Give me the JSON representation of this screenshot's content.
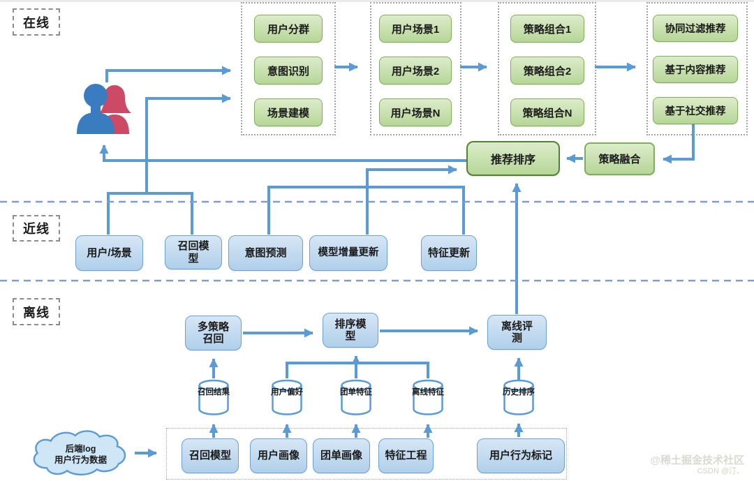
{
  "sections": {
    "online": "在线",
    "nearline": "近线",
    "offline": "离线"
  },
  "online": {
    "group1": [
      "用户分群",
      "意图识别",
      "场景建模"
    ],
    "group2": [
      "用户场景1",
      "用户场景2",
      "用户场景N"
    ],
    "group3": [
      "策略组合1",
      "策略组合2",
      "策略组合N"
    ],
    "group4": [
      "协同过滤推荐",
      "基于内容推荐",
      "基于社交推荐"
    ],
    "rank_node": "推荐排序",
    "fusion_node": "策略融合"
  },
  "nearline": {
    "nodes": [
      "用户/场景",
      "召回模型",
      "意图预测",
      "模型增量更新",
      "特征更新"
    ]
  },
  "offline": {
    "pipeline": [
      "多策略召回",
      "排序模型",
      "离线评测"
    ],
    "datastores": [
      "召回结果",
      "用户偏好",
      "团单特征",
      "离线特征",
      "历史排序"
    ],
    "jobs": [
      "召回模型",
      "用户画像",
      "团单画像",
      "特征工程",
      "用户行为标记"
    ],
    "cloud_line1": "后端log",
    "cloud_line2": "用户行为数据"
  },
  "watermark": {
    "line1": "@稀土掘金技术社区",
    "line2": "CSDN @汀、"
  },
  "colors": {
    "line_blue": "#5b9bd5",
    "green_fill": "#c3dda8",
    "green_border": "#7fae58",
    "rank_border": "#538234",
    "blue_fill": "#bdd7ee",
    "blue_border": "#6aa1d8",
    "person_blue": "#3a7cc0",
    "person_red": "#cc4a66"
  }
}
